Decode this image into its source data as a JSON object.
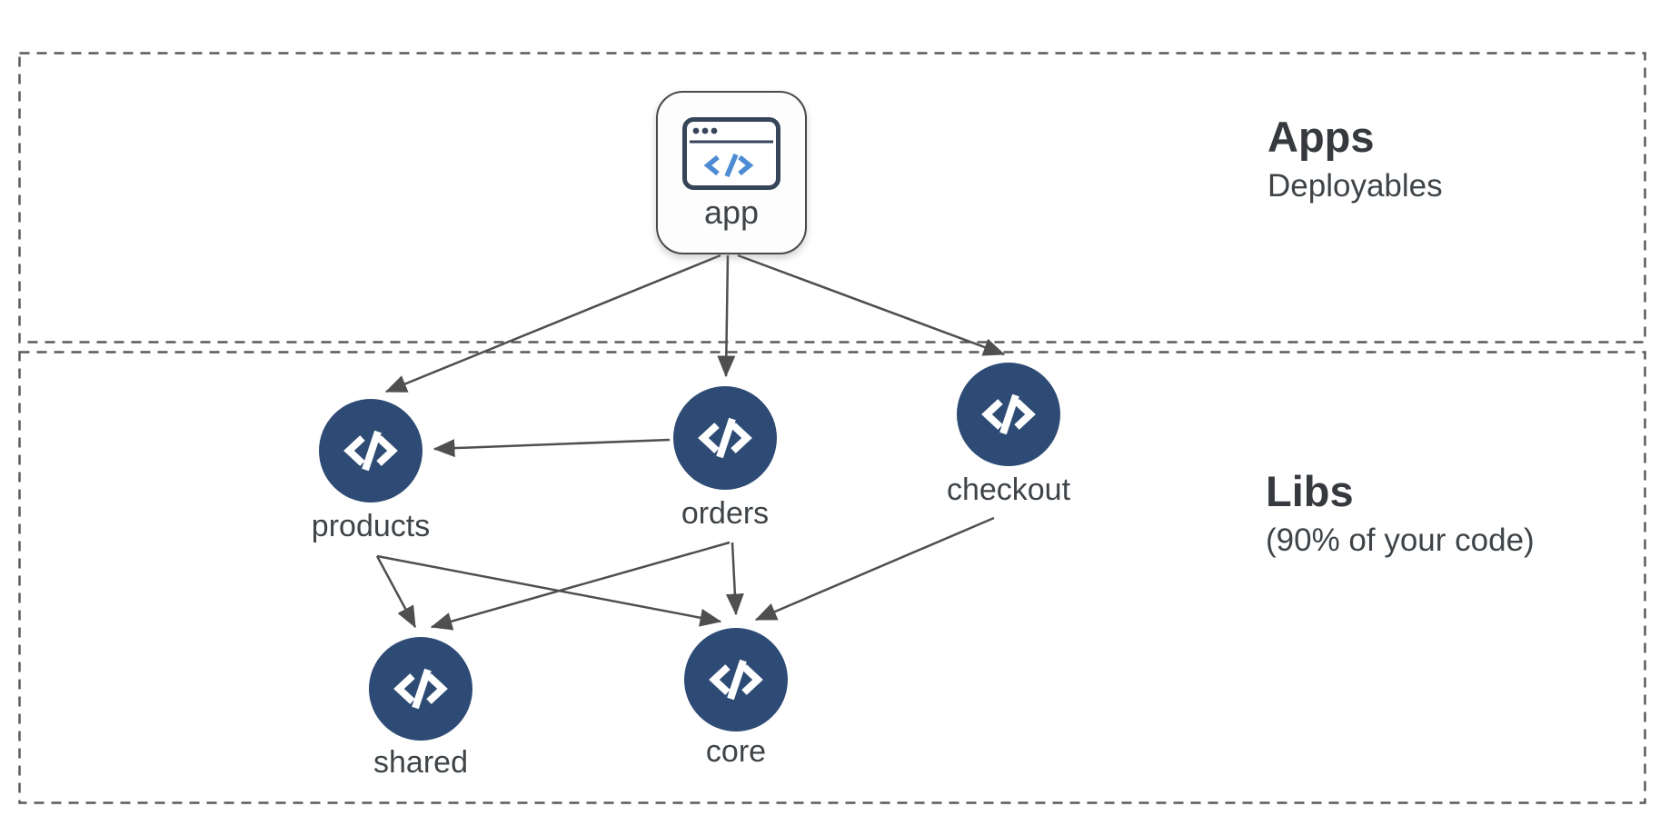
{
  "diagram": {
    "sections": [
      {
        "id": "apps",
        "title": "Apps",
        "subtitle": "Deployables"
      },
      {
        "id": "libs",
        "title": "Libs",
        "subtitle": "(90% of your code)"
      }
    ],
    "nodes": [
      {
        "id": "app",
        "label": "app",
        "type": "application",
        "icon": "browser-code-icon"
      },
      {
        "id": "products",
        "label": "products",
        "type": "library",
        "icon": "code-icon"
      },
      {
        "id": "orders",
        "label": "orders",
        "type": "library",
        "icon": "code-icon"
      },
      {
        "id": "checkout",
        "label": "checkout",
        "type": "library",
        "icon": "code-icon"
      },
      {
        "id": "shared",
        "label": "shared",
        "type": "library",
        "icon": "code-icon"
      },
      {
        "id": "core",
        "label": "core",
        "type": "library",
        "icon": "code-icon"
      }
    ],
    "edges": [
      {
        "from": "app",
        "to": "products"
      },
      {
        "from": "app",
        "to": "orders"
      },
      {
        "from": "app",
        "to": "checkout"
      },
      {
        "from": "orders",
        "to": "products"
      },
      {
        "from": "products",
        "to": "shared"
      },
      {
        "from": "products",
        "to": "core"
      },
      {
        "from": "orders",
        "to": "shared"
      },
      {
        "from": "orders",
        "to": "core"
      },
      {
        "from": "checkout",
        "to": "core"
      }
    ],
    "colors": {
      "node_circle": "#2d4b74",
      "edge": "#4f4f4f",
      "section_border": "#5a5a5a",
      "label_text": "#3f4448",
      "app_icon_stroke": "#36455a",
      "app_icon_code_blue": "#4d8bd3",
      "background": "#ffffff"
    }
  }
}
